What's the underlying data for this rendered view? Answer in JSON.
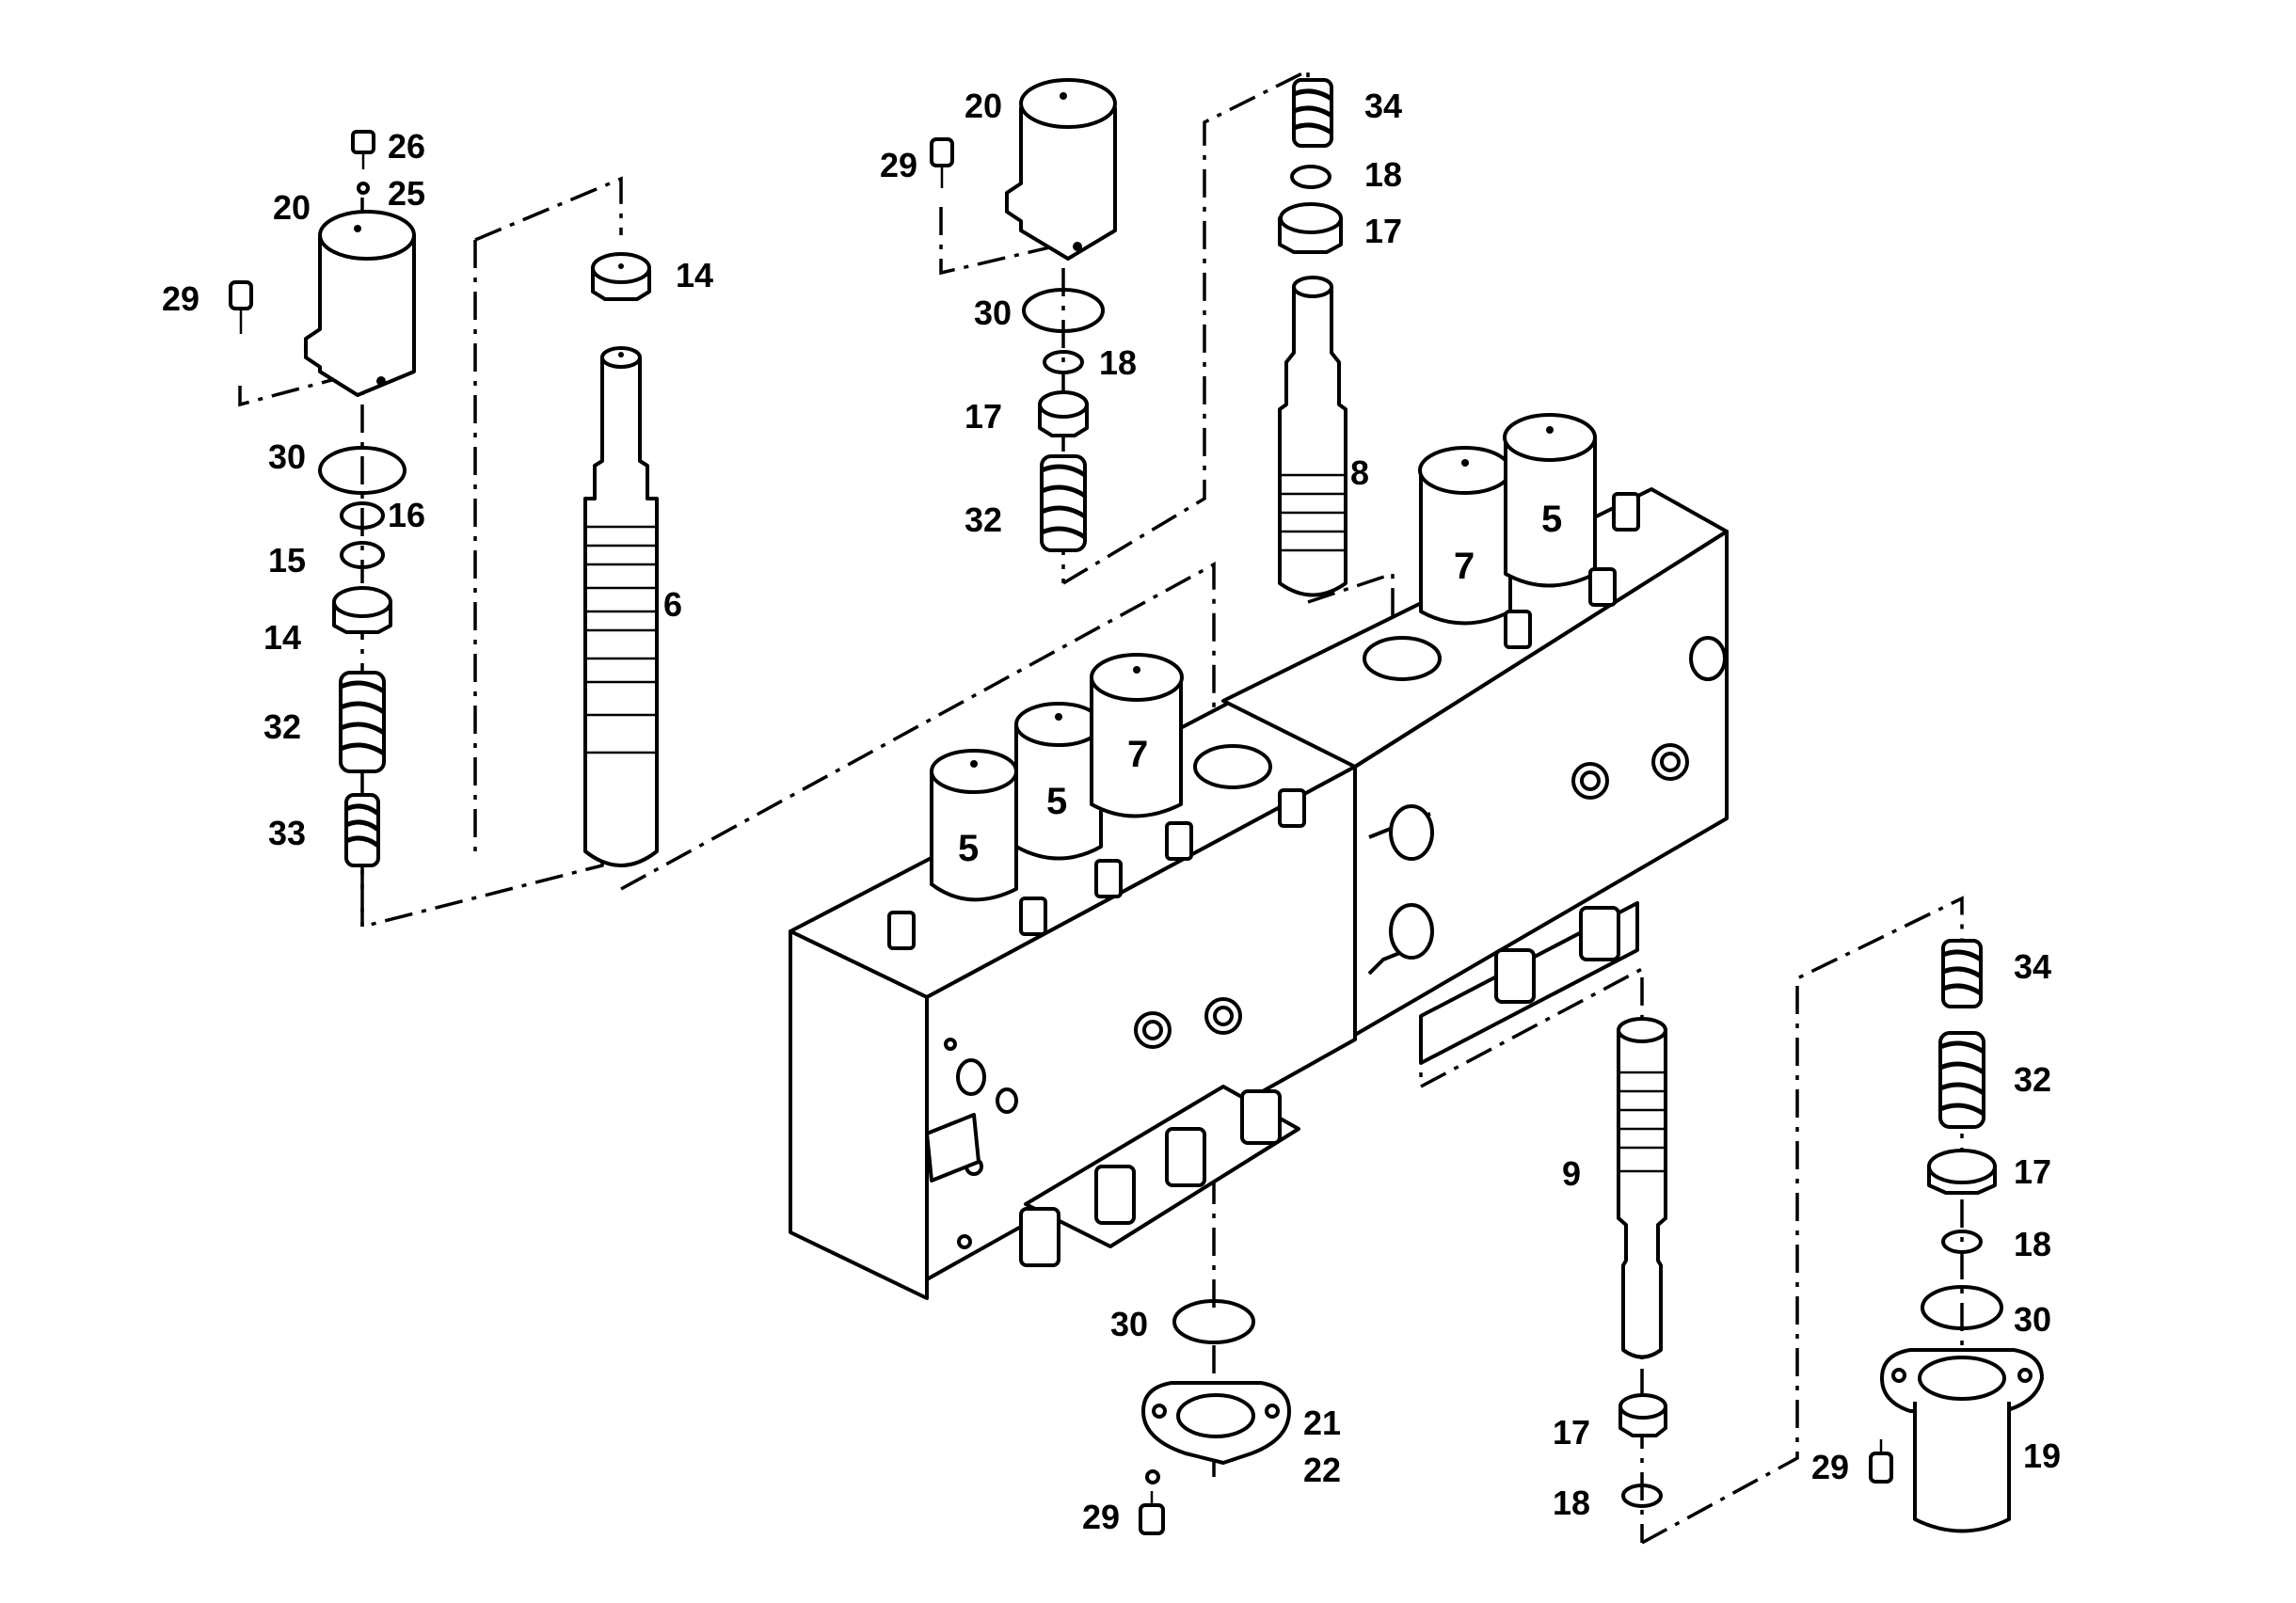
{
  "callouts": {
    "left": [
      "26",
      "25",
      "20",
      "29",
      "30",
      "16",
      "15",
      "14",
      "32",
      "33"
    ],
    "left_spool": [
      "14",
      "6"
    ],
    "center_top": [
      "20",
      "29",
      "30",
      "18",
      "17",
      "32"
    ],
    "right_top": [
      "34",
      "18",
      "17",
      "8"
    ],
    "block_solenoids": [
      "5",
      "5",
      "7",
      "7",
      "5"
    ],
    "bottom_center": [
      "30",
      "21",
      "22",
      "29"
    ],
    "bottom_spool": [
      "9",
      "17",
      "18"
    ],
    "right_bottom": [
      "34",
      "32",
      "17",
      "18",
      "30",
      "19",
      "29"
    ]
  }
}
